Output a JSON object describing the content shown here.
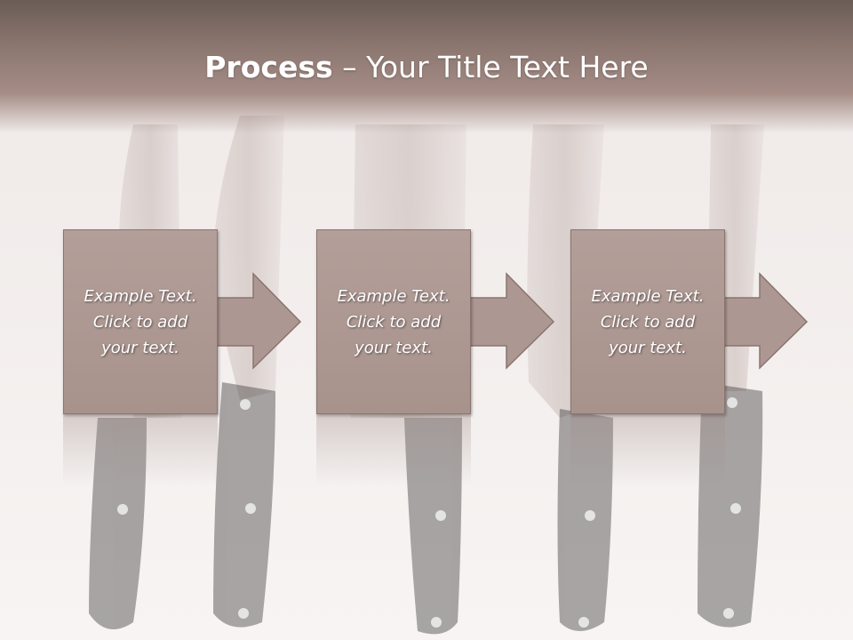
{
  "slide": {
    "title_strong": "Process",
    "title_separator": " – ",
    "title_rest": "Your Title Text Here"
  },
  "steps": [
    {
      "text": "Example Text.\nClick  to add\nyour text."
    },
    {
      "text": "Example Text.\nClick  to add\nyour text."
    },
    {
      "text": "Example Text.\nClick  to add\nyour text."
    }
  ],
  "colors": {
    "header_top": "#6b5c56",
    "header_bottom": "#a58d86",
    "box_fill": "#ad9792",
    "box_border": "#8a756f",
    "text": "#ffffff",
    "background": "#f4f0ef"
  },
  "background_image": "kitchen-knives-photo"
}
